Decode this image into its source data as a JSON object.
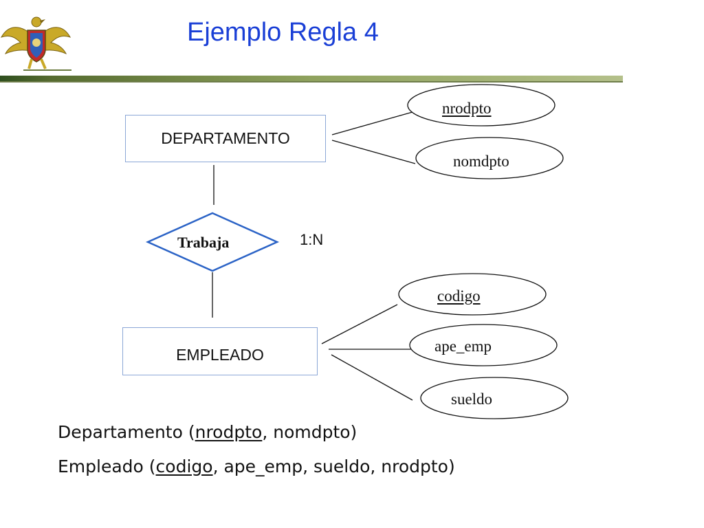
{
  "slide": {
    "title": "Ejemplo Regla 4"
  },
  "diagram": {
    "entities": {
      "departamento": "DEPARTAMENTO",
      "empleado": "EMPLEADO"
    },
    "relationship": {
      "name": "Trabaja",
      "cardinality": "1:N"
    },
    "attributes": {
      "nrodpto": "nrodpto",
      "nomdpto": "nomdpto",
      "codigo": "codigo",
      "ape_emp": "ape_emp",
      "sueldo": "sueldo"
    }
  },
  "schema": {
    "departamento": {
      "prefix": "Departamento (",
      "key": "nrodpto",
      "rest": ", nomdpto)"
    },
    "empleado": {
      "prefix": "Empleado (",
      "key": "codigo",
      "rest": ", ape_emp, sueldo, nrodpto)"
    }
  },
  "colors": {
    "title": "#1a3fd6",
    "entity_border": "#8aa6d6",
    "relationship_border": "#2b63c6",
    "title_bar_dark": "#2f4f1f",
    "title_bar_light": "#8fa25e"
  }
}
